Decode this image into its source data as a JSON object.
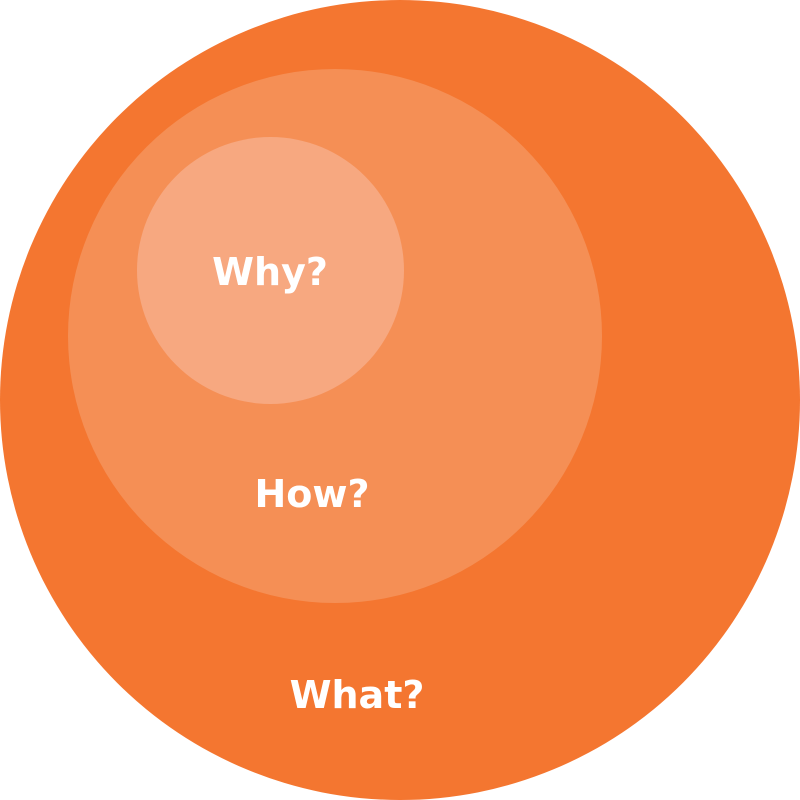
{
  "diagram": {
    "type": "nested-circles",
    "colors": {
      "outer": "#F47630",
      "middle": "#F58F55",
      "inner": "#F7A880",
      "text": "#FFFFFF"
    },
    "rings": [
      {
        "id": "inner",
        "label": "Why?"
      },
      {
        "id": "middle",
        "label": "How?"
      },
      {
        "id": "outer",
        "label": "What?"
      }
    ]
  }
}
